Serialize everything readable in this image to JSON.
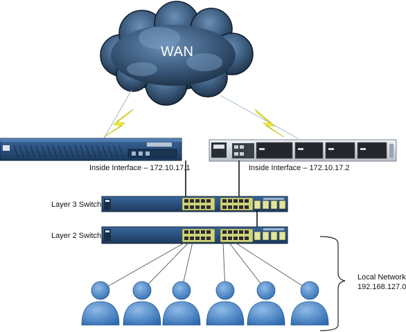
{
  "cloud": {
    "label": "WAN"
  },
  "routers": {
    "left": {
      "interface_label": "Inside Interface – 172.10.17.1"
    },
    "right": {
      "interface_label": "Inside Interface – 172.10.17.2"
    }
  },
  "switches": {
    "layer3": {
      "label": "Layer 3 Switch"
    },
    "layer2": {
      "label": "Layer 2 Switch"
    }
  },
  "local_network": {
    "line1": "Local Network",
    "line2": "192.168.127.0"
  },
  "users": {
    "count": 6
  },
  "colors": {
    "cloud_dark": "#1c2f45",
    "cloud_mid": "#3b5a7c",
    "cloud_light": "#6b8fb5",
    "lightning": "#f3ef3a",
    "chassis": "#24456e",
    "chassis_light": "#3a679b",
    "router_silver": "#d8dde3",
    "port_yellow": "#d9d96a",
    "user_blue": "#4a86c8"
  },
  "icons": [
    "cloud-icon",
    "lightning-icon",
    "router-icon",
    "switch-icon",
    "user-icon",
    "brace-icon"
  ]
}
